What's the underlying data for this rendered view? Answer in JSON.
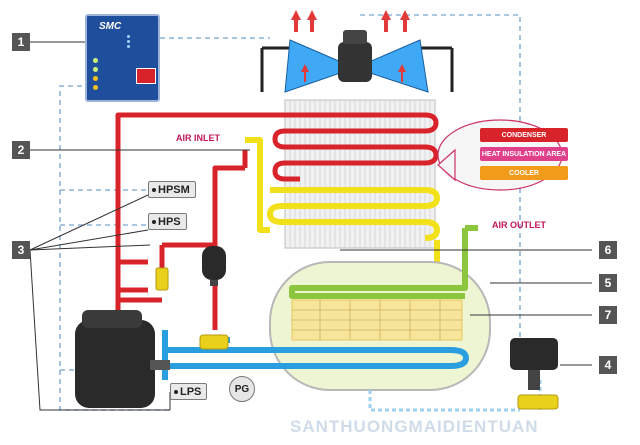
{
  "panel": {
    "brand": "SMC",
    "indicator_rows": [
      "",
      "",
      "",
      "",
      "",
      ""
    ]
  },
  "components": {
    "hpsm": "HPSM",
    "hps": "HPS",
    "lps": "LPS",
    "pg": "PG"
  },
  "air": {
    "inlet": "AIR INLET",
    "outlet": "AIR OUTLET"
  },
  "callout": {
    "condenser": "CONDENSER",
    "heat_insulation": "HEAT INSULATION AREA",
    "cooler": "COOLER"
  },
  "numbers": [
    "1",
    "2",
    "3",
    "4",
    "5",
    "6",
    "7"
  ],
  "watermark": "SANTHUONGMAIDIENTUAN",
  "colors": {
    "refrigerant_hot": "#d8232a",
    "refrigerant_cold": "#2a9fe0",
    "air_hot": "#f2e11a",
    "air_dry": "#8cc63f",
    "number_box": "#555555"
  }
}
